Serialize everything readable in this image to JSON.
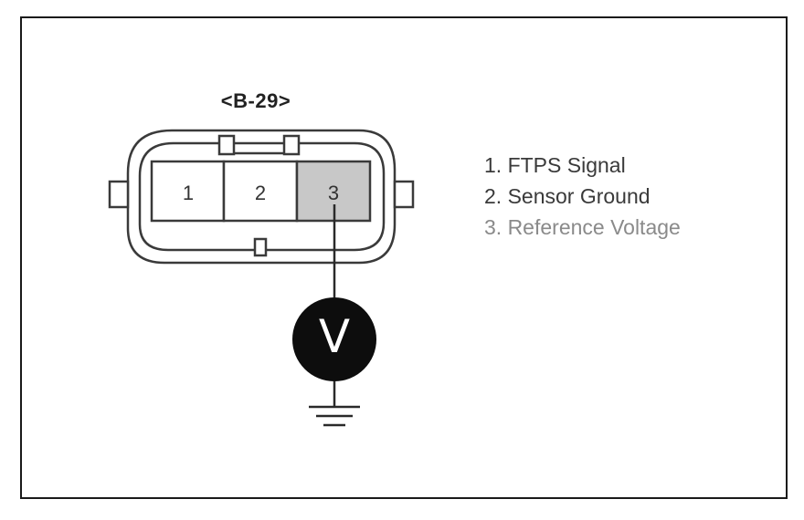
{
  "connector": {
    "label": "<B-29>",
    "pins": [
      "1",
      "2",
      "3"
    ],
    "highlighted_pin": "3",
    "highlight_color": "#c8c8c8"
  },
  "legend": {
    "items": [
      "1. FTPS Signal",
      "2. Sensor Ground",
      "3. Reference Voltage"
    ]
  },
  "meter": {
    "symbol": "V",
    "icon": "voltmeter-icon"
  },
  "ground": {
    "icon": "ground-icon"
  }
}
